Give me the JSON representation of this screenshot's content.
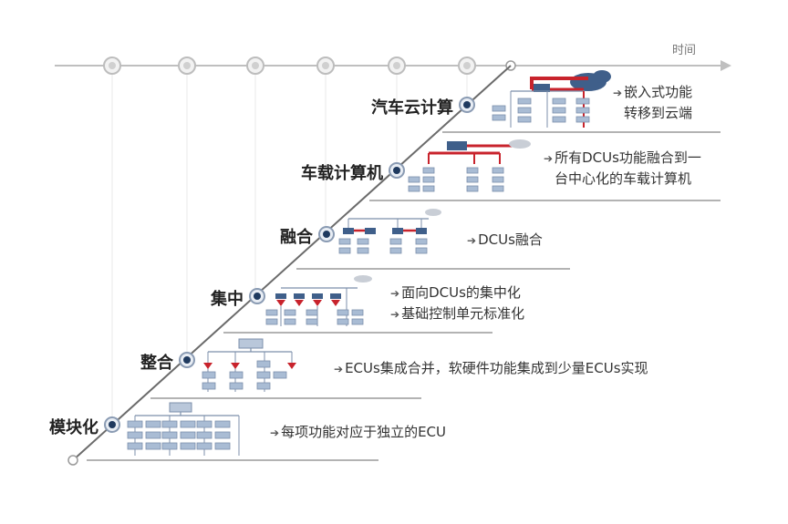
{
  "axis": {
    "label": "时间",
    "colors": {
      "axis": "#bfbfbf",
      "marker_outer": "#bdbdbd",
      "marker_inner": "#e6e6e6"
    }
  },
  "colors": {
    "staircase": "#6b6b6b",
    "stage_dot": "#1f3a5f",
    "block": "#9fb3cc",
    "highlight_red": "#c8232c",
    "highlight_blue": "#3f5f8a",
    "cloud": "#c9ced6",
    "separator": "#9a9a9a",
    "text": "#222222"
  },
  "stages": [
    {
      "name": "模块化",
      "description": [
        "每项功能对应于独立的ECU"
      ]
    },
    {
      "name": "整合",
      "description": [
        "ECUs集成合并，软硬件功能集成到少量ECUs实现"
      ]
    },
    {
      "name": "集中",
      "description": [
        "面向DCUs的集中化",
        "基础控制单元标准化"
      ]
    },
    {
      "name": "融合",
      "description": [
        "DCUs融合"
      ]
    },
    {
      "name": "车载计算机",
      "description": [
        "所有DCUs功能融合到一",
        "台中心化的车载计算机"
      ]
    },
    {
      "name": "汽车云计算",
      "description": [
        "嵌入式功能",
        "转移到云端"
      ]
    }
  ]
}
